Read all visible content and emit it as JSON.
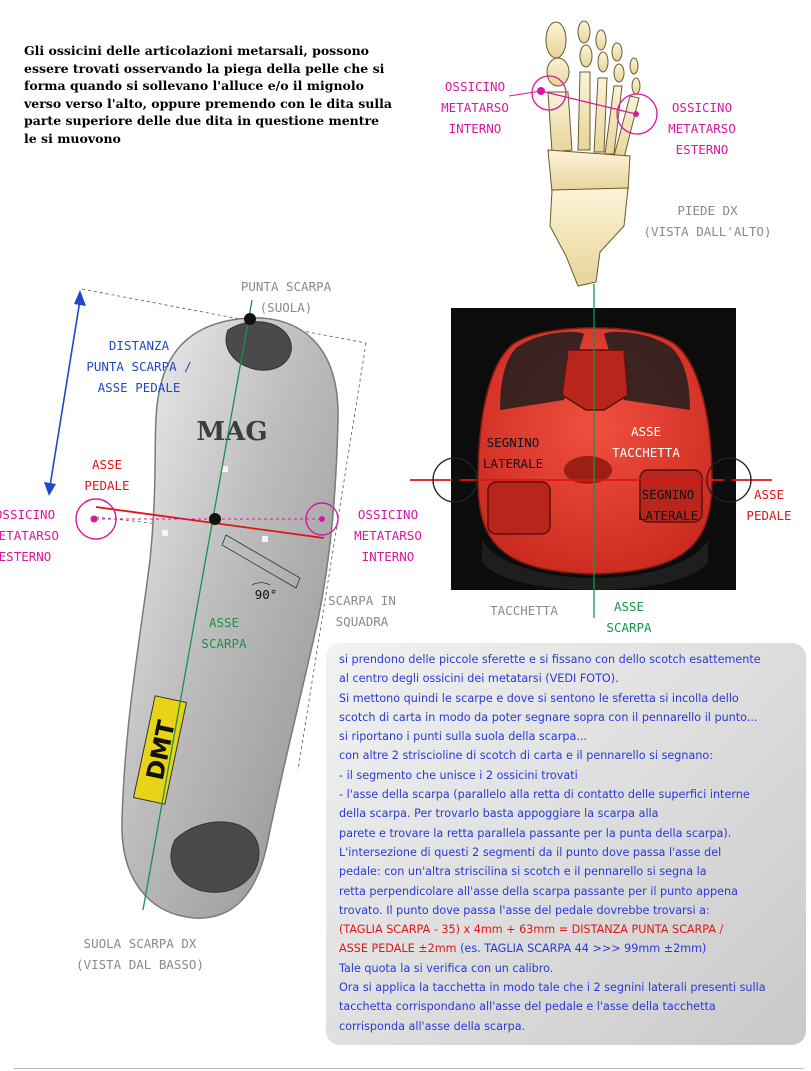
{
  "intro_text": "Gli ossicini delle articolazioni metarsali, possono essere trovati osservando la piega della pelle che si forma quando si sollevano l'alluce e/o il mignolo verso verso l'alto, oppure premendo con le dita sulla parte superiore delle due dita in questione mentre le si muovono",
  "foot": {
    "left_label": "OSSICINO\nMETATARSO\nINTERNO",
    "right_label": "OSSICINO\nMETATARSO\nESTERNO",
    "caption": "PIEDE DX\n(VISTA DALL'ALTO)"
  },
  "sole": {
    "top_label": "PUNTA SCARPA\n(SUOLA)",
    "distance_label": "DISTANZA\nPUNTA SCARPA /\nASSE PEDALE",
    "pedal_axis_label": "ASSE\nPEDALE",
    "left_ossicle_label": "OSSICINO\nMETATARSO\nESTERNO",
    "right_ossicle_label": "OSSICINO\nMETATARSO\nINTERNO",
    "angle_label": "90°",
    "square_label": "SCARPA IN\nSQUADRA",
    "shoe_axis_label": "ASSE\nSCARPA",
    "caption": "SUOLA SCARPA DX\n(VISTA DAL BASSO)",
    "brand_mag": "MAG",
    "brand_dmt": "DMT"
  },
  "cleat": {
    "left_mark_label": "SEGNINO\nLATERALE",
    "cleat_axis_label": "ASSE\nTACCHETTA",
    "right_mark_label": "SEGNINO\nLATERALE",
    "pedal_axis_label": "ASSE\nPEDALE",
    "caption": "TACCHETTA",
    "shoe_axis_label": "ASSE\nSCARPA"
  },
  "instructions": {
    "lines": [
      "si prendono delle piccole sferette e si fissano con dello scotch esattemente",
      "al centro degli ossicini dei metatarsi (VEDI FOTO).",
      "Si mettono quindi le scarpe e dove si sentono le sferetta si incolla dello",
      "scotch di carta in modo da poter segnare sopra con il pennarello il punto...",
      "si riportano i punti sulla suola della scarpa...",
      "con altre 2 striscioline di scotch di carta e il pennarello si segnano:",
      "- il segmento che unisce i 2 ossicini trovati",
      "- l'asse della scarpa (parallelo alla retta di contatto delle superfici interne",
      "della scarpa. Per trovarlo basta appoggiare la scarpa alla",
      "parete e trovare la retta parallela passante per la punta della scarpa).",
      "L'intersezione di questi 2 segmenti da il punto dove passa l'asse del",
      "pedale: con un'altra striscilina si scotch e il pennarello si segna la",
      "retta perpendicolare all'asse della scarpa passante per il punto appena",
      "trovato. Il punto dove passa l'asse del pedale dovrebbe trovarsi a:"
    ],
    "formula_line1": "(TAGLIA SCARPA - 35) x 4mm + 63mm = DISTANZA PUNTA SCARPA /",
    "formula_line2_red": "ASSE PEDALE ±2mm",
    "formula_line2_rest": " (es. TAGLIA SCARPA 44 >>> 99mm ±2mm)",
    "after_lines": [
      "Tale quota la si verifica con un calibro.",
      "Ora si applica la tacchetta in modo tale che i 2 segnini laterali presenti sulla",
      "tacchetta corrispondano all'asse del pedale e l'asse della tacchetta",
      "corrisponda all'asse della scarpa."
    ]
  },
  "colors": {
    "magenta": "#d6189e",
    "blue": "#1f49c9",
    "red": "#e01515",
    "green": "#17944a",
    "cleat_red": "#e3382e",
    "panel_bg": "#dcdcdc"
  }
}
